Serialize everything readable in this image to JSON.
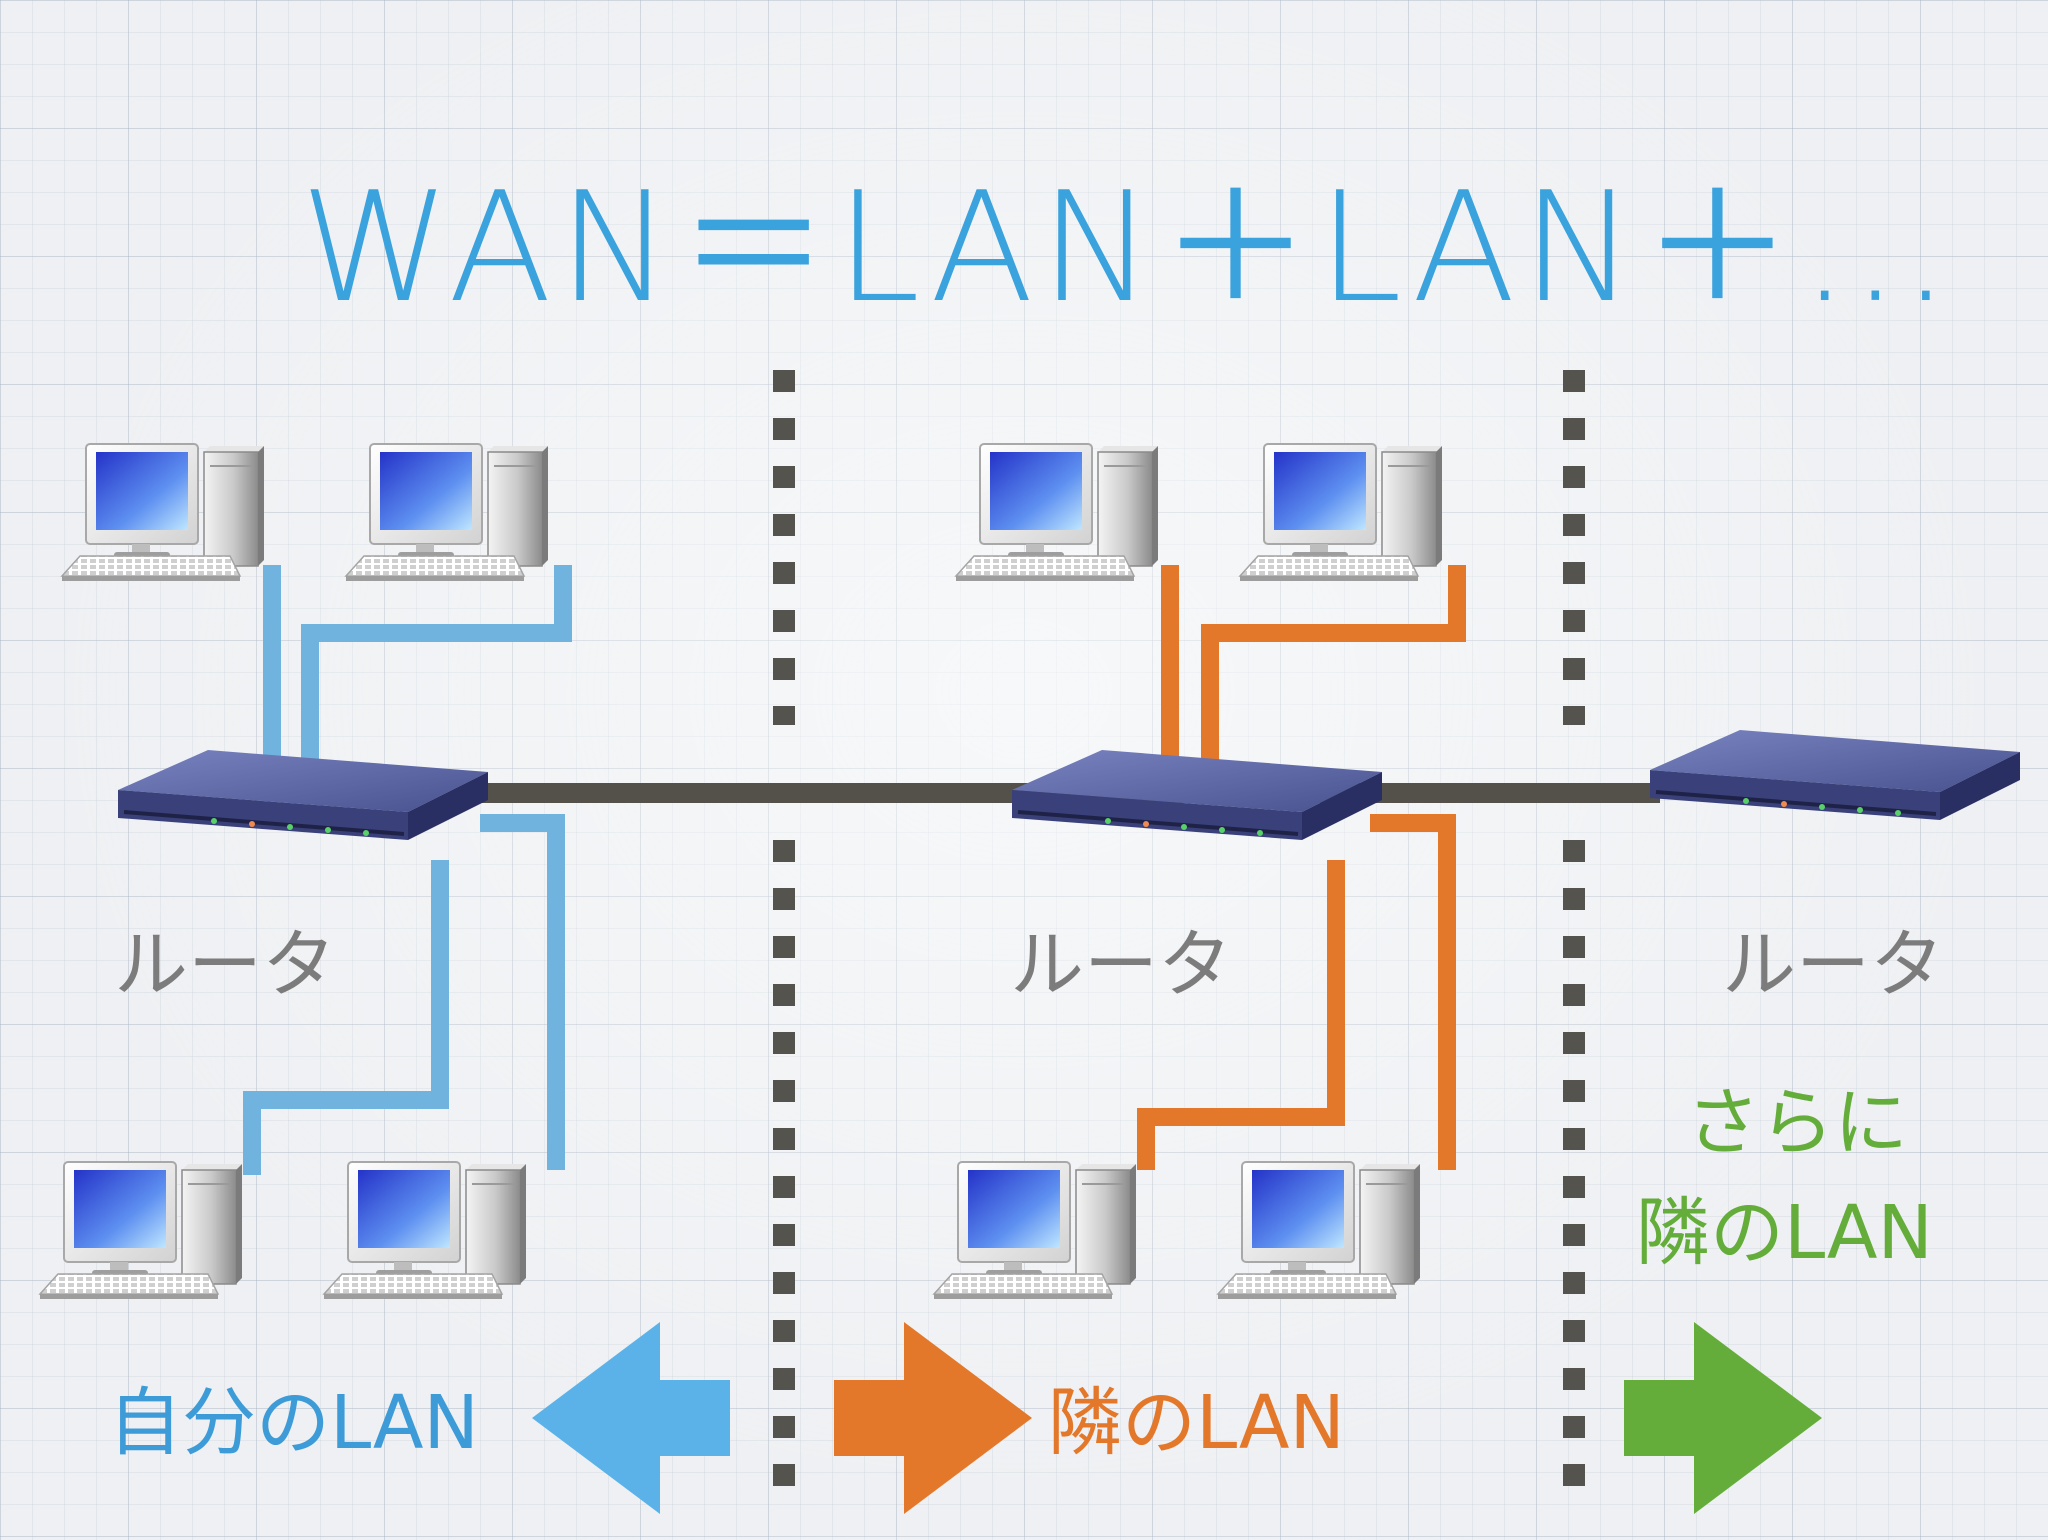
{
  "title": "WAN＝LAN＋LAN＋…",
  "routers": {
    "label_1": "ルータ",
    "label_2": "ルータ",
    "label_3": "ルータ"
  },
  "labels": {
    "own_lan": "自分のLAN",
    "next_lan": "隣のLAN",
    "further_line1": "さらに",
    "further_line2": "隣のLAN"
  },
  "colors": {
    "own_lan": "#5bb2e8",
    "next_lan": "#e4782a",
    "further": "#64ad3a",
    "title": "#3aa2dd",
    "router_body": "#4a5494",
    "backbone": "#54504a",
    "divider": "#55534e"
  },
  "icons": {
    "computer": "desktop-computer-icon",
    "router": "router-icon"
  }
}
